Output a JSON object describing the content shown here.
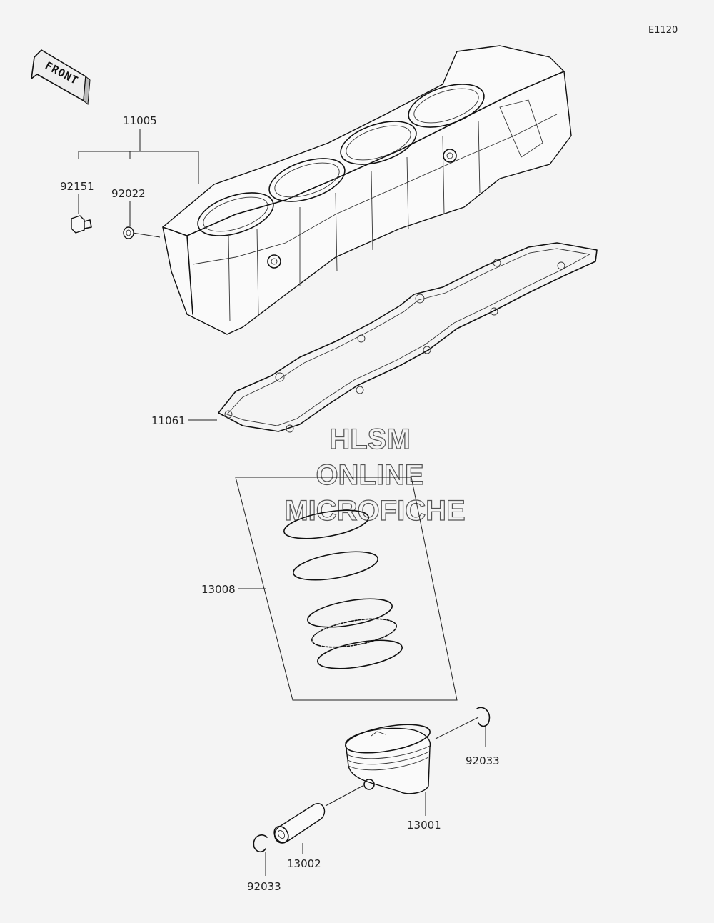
{
  "diagram": {
    "code": "E1120",
    "front_label": "FRONT",
    "watermark": [
      "HLSM",
      "ONLINE",
      "MICROFICHE"
    ],
    "parts": [
      {
        "id": "p11005",
        "number": "11005"
      },
      {
        "id": "p92151",
        "number": "92151"
      },
      {
        "id": "p92022",
        "number": "92022"
      },
      {
        "id": "p11061",
        "number": "11061"
      },
      {
        "id": "p13008",
        "number": "13008"
      },
      {
        "id": "p92033a",
        "number": "92033"
      },
      {
        "id": "p13001",
        "number": "13001"
      },
      {
        "id": "p13002",
        "number": "13002"
      },
      {
        "id": "p92033b",
        "number": "92033"
      }
    ]
  }
}
